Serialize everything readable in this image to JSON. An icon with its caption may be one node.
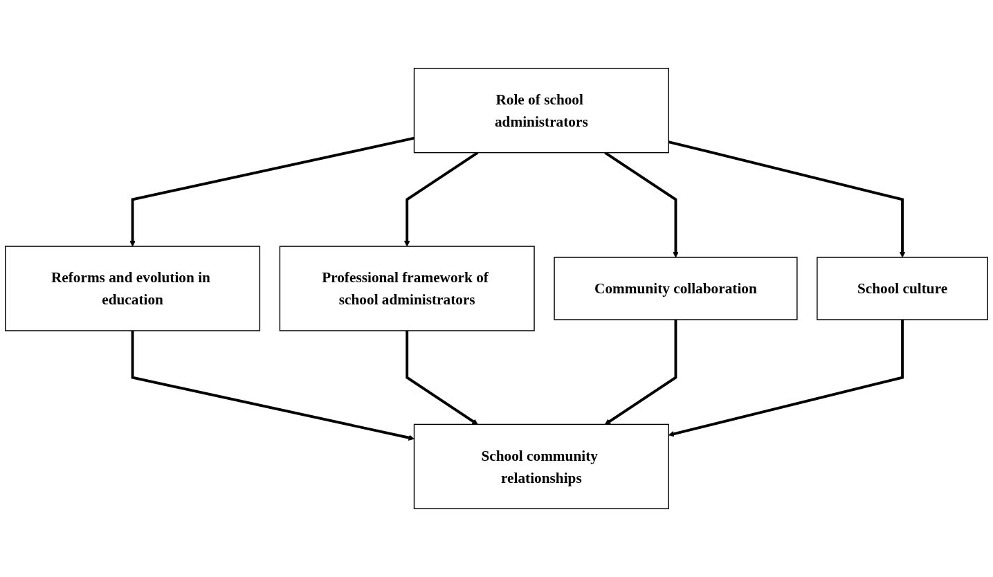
{
  "diagram": {
    "nodes": [
      {
        "text": [
          "Role of school administrators"
        ]
      },
      {
        "text": [
          "Reforms and evolution in education"
        ]
      },
      {
        "text": [
          "Professional framework of school administrators"
        ]
      },
      {
        "text": [
          "Community collaboration"
        ]
      },
      {
        "text": [
          "School culture"
        ]
      },
      {
        "text": [
          "School community relationships"
        ]
      }
    ],
    "edges": [
      {
        "from": 0,
        "to": 1,
        "arrow": "to"
      },
      {
        "from": 0,
        "to": 2,
        "arrow": "to"
      },
      {
        "from": 0,
        "to": 3,
        "arrow": "to"
      },
      {
        "from": 0,
        "to": 4,
        "arrow": "to"
      },
      {
        "from": 1,
        "to": 5,
        "arrow": "to"
      },
      {
        "from": 2,
        "to": 5,
        "arrow": "to"
      },
      {
        "from": 3,
        "to": 5,
        "arrow": "to"
      },
      {
        "from": 4,
        "to": 5,
        "arrow": "to"
      }
    ]
  }
}
